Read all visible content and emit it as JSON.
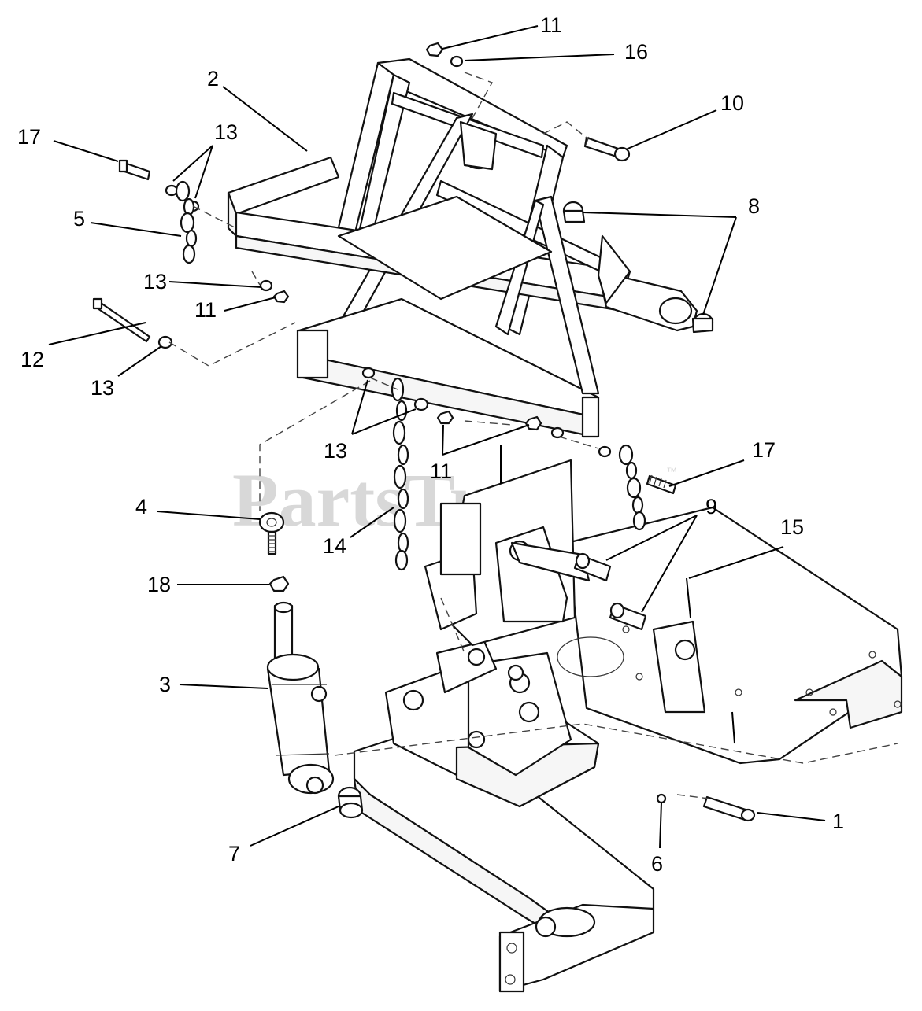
{
  "watermark": {
    "text": "PartsTree",
    "trademark": "™"
  },
  "callouts": [
    {
      "id": "c11a",
      "label": "11"
    },
    {
      "id": "c16",
      "label": "16"
    },
    {
      "id": "c2",
      "label": "2"
    },
    {
      "id": "c10",
      "label": "10"
    },
    {
      "id": "c17a",
      "label": "17"
    },
    {
      "id": "c13a",
      "label": "13"
    },
    {
      "id": "c8",
      "label": "8"
    },
    {
      "id": "c5",
      "label": "5"
    },
    {
      "id": "c13b",
      "label": "13"
    },
    {
      "id": "c11b",
      "label": "11"
    },
    {
      "id": "c12",
      "label": "12"
    },
    {
      "id": "c13c",
      "label": "13"
    },
    {
      "id": "c13d",
      "label": "13"
    },
    {
      "id": "c11c",
      "label": "11"
    },
    {
      "id": "c17b",
      "label": "17"
    },
    {
      "id": "c4",
      "label": "4"
    },
    {
      "id": "c9",
      "label": "9"
    },
    {
      "id": "c15",
      "label": "15"
    },
    {
      "id": "c14",
      "label": "14"
    },
    {
      "id": "c18",
      "label": "18"
    },
    {
      "id": "c3",
      "label": "3"
    },
    {
      "id": "c1",
      "label": "1"
    },
    {
      "id": "c7",
      "label": "7"
    },
    {
      "id": "c6",
      "label": "6"
    }
  ]
}
